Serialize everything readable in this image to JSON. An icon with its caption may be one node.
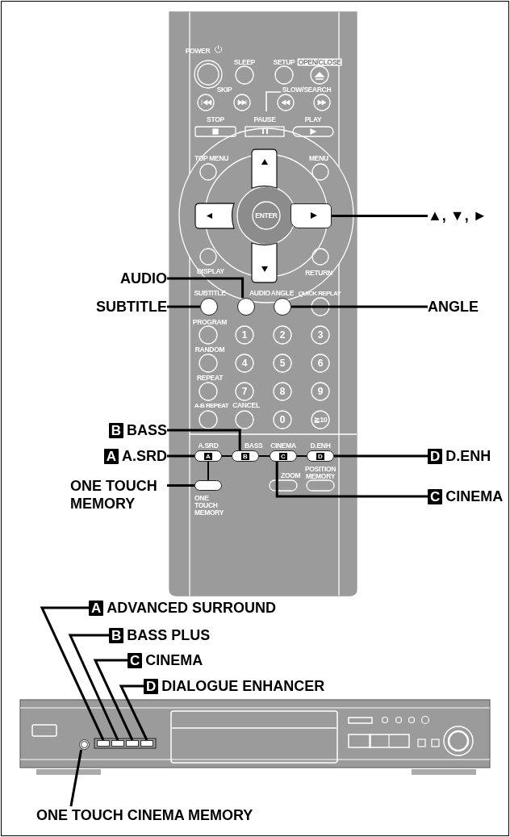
{
  "diagram": {
    "nodes": [
      {
        "text": [
          "▲, ▼, ►"
        ]
      },
      {
        "text": [],
        "shape": "box"
      },
      {
        "text": [
          "AUDIO"
        ]
      },
      {
        "text": [
          "SUBTITLE"
        ]
      },
      {
        "text": [
          "ANGLE"
        ]
      },
      {
        "text": [],
        "shape": "circle",
        "beside": [
          "SUBTITLE"
        ]
      },
      {
        "text": [],
        "shape": "circle",
        "beside": [
          "AUDIO"
        ]
      },
      {
        "text": [],
        "shape": "circle",
        "beside": [
          "ANGLE"
        ]
      },
      {
        "text": [
          "B",
          "BASS"
        ]
      },
      {
        "text": [
          "A",
          "A.SRD"
        ]
      },
      {
        "text": [
          "D",
          "D.ENH"
        ]
      },
      {
        "text": [
          "ONE TOUCH MEMORY"
        ]
      },
      {
        "text": [
          "C",
          "CINEMA"
        ]
      },
      {
        "text": [
          "A"
        ],
        "beside": [
          "A.SRD"
        ]
      },
      {
        "text": [
          "B"
        ],
        "beside": [
          "BASS"
        ]
      },
      {
        "text": [
          "C"
        ],
        "beside": [
          "CINEMA"
        ]
      },
      {
        "text": [
          "D"
        ],
        "beside": [
          "D.ENH"
        ]
      },
      {
        "text": [],
        "shape": "box",
        "beside": [
          "ONE TOUCH MEMORY"
        ]
      },
      {
        "text": [
          "A",
          "ADVANCED SURROUND"
        ]
      },
      {
        "text": [
          "B",
          "BASS PLUS"
        ]
      },
      {
        "text": [
          "C",
          "CINEMA"
        ]
      },
      {
        "text": [
          "D",
          "DIALOGUE ENHANCER"
        ]
      },
      {
        "text": [],
        "shape": "box"
      },
      {
        "text": [],
        "shape": "box"
      },
      {
        "text": [],
        "shape": "box"
      },
      {
        "text": [],
        "shape": "box"
      },
      {
        "text": [],
        "shape": "circle"
      },
      {
        "text": [
          "ONE TOUCH CINEMA MEMORY"
        ]
      }
    ],
    "edges": [
      {
        "from": 0,
        "to": 1,
        "arrow": "none"
      },
      {
        "from": 2,
        "to": 6,
        "arrow": "none"
      },
      {
        "from": 3,
        "to": 5,
        "arrow": "none"
      },
      {
        "from": 4,
        "to": 7,
        "arrow": "none"
      },
      {
        "from": 8,
        "to": 14,
        "arrow": "none"
      },
      {
        "from": 9,
        "to": 13,
        "arrow": "none"
      },
      {
        "from": 10,
        "to": 16,
        "arrow": "none"
      },
      {
        "from": 11,
        "to": 17,
        "arrow": "none"
      },
      {
        "from": 12,
        "to": 15,
        "arrow": "none"
      },
      {
        "from": 18,
        "to": 22,
        "arrow": "none"
      },
      {
        "from": 19,
        "to": 23,
        "arrow": "none"
      },
      {
        "from": 20,
        "to": 24,
        "arrow": "none"
      },
      {
        "from": 21,
        "to": 25,
        "arrow": "none"
      },
      {
        "from": 27,
        "to": 26,
        "arrow": "none"
      },
      {
        "from": 13,
        "to": 14,
        "arrow": "none"
      },
      {
        "from": 14,
        "to": 15,
        "arrow": "none"
      },
      {
        "from": 15,
        "to": 16,
        "arrow": "none"
      },
      {
        "from": 13,
        "to": 17,
        "arrow": "none"
      }
    ],
    "labels": [
      "POWER",
      "SLEEP",
      "SETUP",
      "OPEN/CLOSE",
      "SKIP",
      "SLOW/SEARCH",
      "STOP",
      "PAUSE",
      "PLAY",
      "TOP MENU",
      "MENU",
      "ENTER",
      "DISPLAY",
      "RETURN",
      "QUICK REPLAY",
      "PROGRAM",
      "1",
      "2",
      "3",
      "RANDOM",
      "4",
      "5",
      "6",
      "REPEAT",
      "7",
      "8",
      "9",
      "A-B REPEAT",
      "CANCEL",
      "0",
      "≧10",
      "ZOOM",
      "POSITION MEMORY"
    ]
  }
}
